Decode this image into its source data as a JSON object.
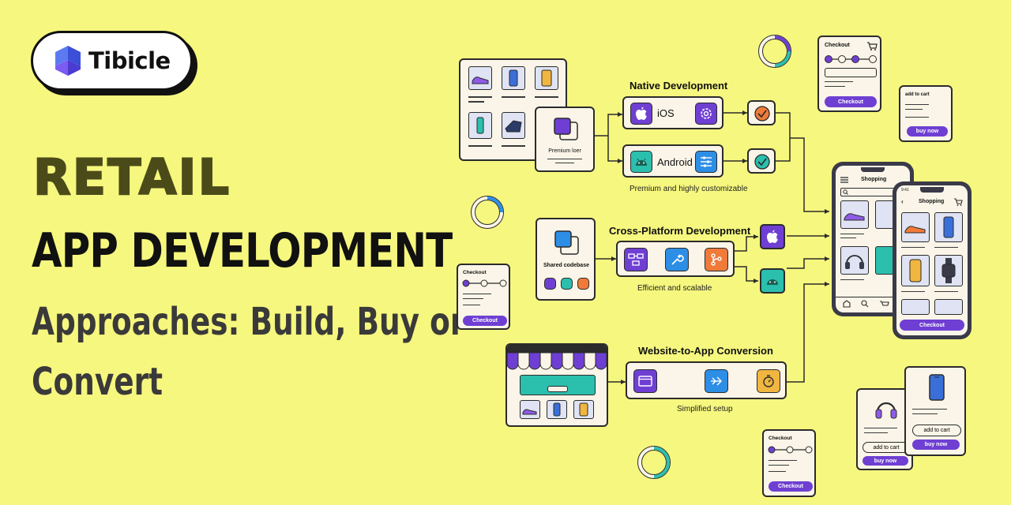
{
  "brand": {
    "name": "Tibicle"
  },
  "headline": {
    "line1": "RETAIL",
    "line2": "APP DEVELOPMENT",
    "line3": "Approaches: Build, Buy or",
    "line4": "Convert"
  },
  "native": {
    "title": "Native Development",
    "ios_label": "iOS",
    "android_label": "Android",
    "caption": "Premium and highly customizable",
    "premium_label": "Premium loer"
  },
  "cross": {
    "title": "Cross-Platform Development",
    "codebase_label": "Shared codebase",
    "caption": "Efficient and scalable"
  },
  "website": {
    "title": "Website-to-App Conversion",
    "caption": "Simplified setup"
  },
  "checkout_cards": {
    "title": "Checkout",
    "button": "Checkout"
  },
  "add_to_cart_card": {
    "title": "add to cart",
    "button": "buy now"
  },
  "product_cards": {
    "add_label": "add to cart",
    "buy_label": "buy now"
  },
  "phones": {
    "back_title": "Shopping",
    "front_title": "Shopping",
    "front_time": "9:41",
    "front_button": "Checkout"
  },
  "colors": {
    "background": "#f6f77e",
    "purple": "#6f3fd3",
    "blue": "#2d8ee6",
    "orange": "#f07a3a",
    "teal": "#2bbfae",
    "card": "#faf5e8"
  }
}
